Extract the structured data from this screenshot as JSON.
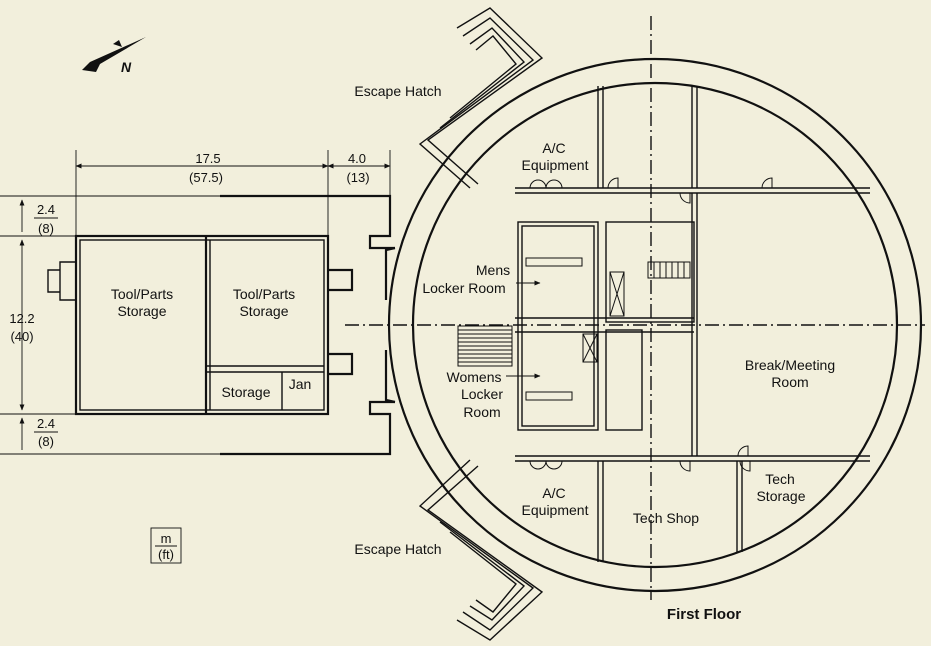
{
  "north_label": "N",
  "rooms": {
    "tool_parts_1": [
      "Tool/Parts",
      "Storage"
    ],
    "tool_parts_2": [
      "Tool/Parts",
      "Storage"
    ],
    "storage": "Storage",
    "jan": "Jan",
    "ac_top": [
      "A/C",
      "Equipment"
    ],
    "ac_bottom": [
      "A/C",
      "Equipment"
    ],
    "mens": [
      "Mens",
      "Locker Room"
    ],
    "womens": [
      "Womens",
      "Locker",
      "Room"
    ],
    "break": [
      "Break/Meeting",
      "Room"
    ],
    "tech_shop": "Tech Shop",
    "tech_storage": [
      "Tech",
      "Storage"
    ]
  },
  "hatches": {
    "top": "Escape Hatch",
    "bottom": "Escape Hatch"
  },
  "dimensions": {
    "width_main": [
      "17.5",
      "(57.5)"
    ],
    "width_corridor": [
      "4.0",
      "(13)"
    ],
    "height_top": [
      "2.4",
      "(8)"
    ],
    "height_mid": [
      "12.2",
      "(40)"
    ],
    "height_bottom": [
      "2.4",
      "(8)"
    ]
  },
  "units_legend": [
    "m",
    "(ft)"
  ],
  "floor_label": "First Floor"
}
